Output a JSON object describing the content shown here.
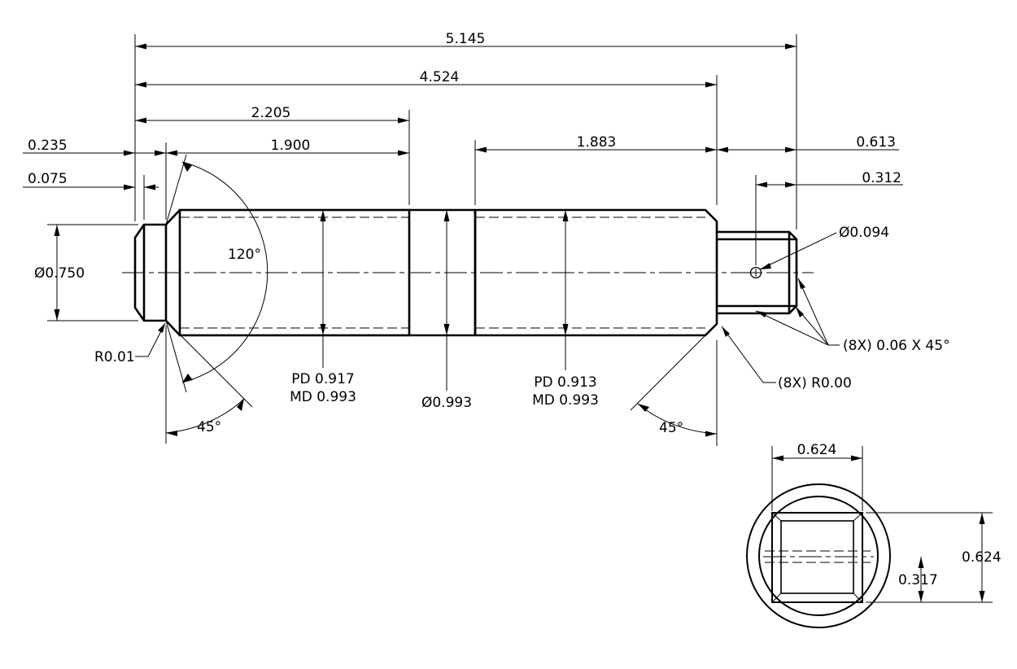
{
  "dimensions": {
    "overall_length": "5.145",
    "body_length": "4.524",
    "to_groove_start": "2.205",
    "thread_length_left": "1.900",
    "thread_length_right": "1.883",
    "chamfer_pos": "0.235",
    "end_offset": "0.075",
    "tang_length": "0.613",
    "hole_position": "0.312",
    "pilot_diameter": "Ø0.750",
    "point_angle": "120°",
    "tip_radius": "R0.01",
    "left_pitch_dia": "PD 0.917",
    "left_major_dia": "MD 0.993",
    "groove_diameter": "Ø0.993",
    "right_pitch_dia": "PD 0.913",
    "right_major_dia": "MD 0.993",
    "left_chamfer_angle": "45°",
    "right_chamfer_angle": "45°",
    "hole_diameter": "Ø0.094",
    "edge_chamfer_note": "(8X) 0.06 X 45°",
    "edge_radius_note": "(8X) R0.00"
  },
  "end_view": {
    "square_width": "0.624",
    "square_height": "0.624",
    "hole_offset": "0.317"
  }
}
